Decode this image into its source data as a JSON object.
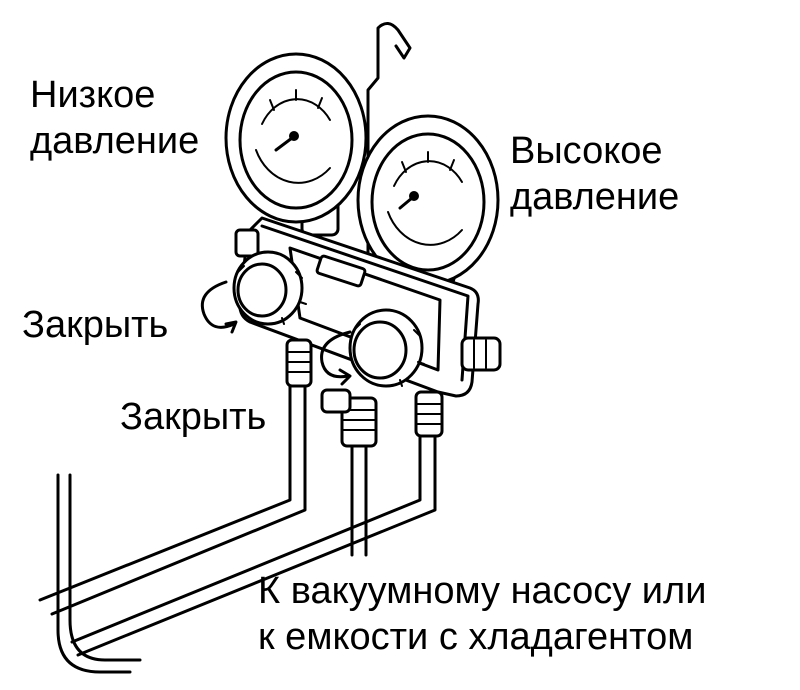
{
  "labels": {
    "low_pressure": [
      "Низкое",
      "давление"
    ],
    "high_pressure": [
      "Высокое",
      "давление"
    ],
    "close_low_valve": "Закрыть",
    "close_high_valve": "Закрыть",
    "destination": [
      "К вакуумному насосу или",
      "к емкости с хладагентом"
    ]
  },
  "colors": {
    "line": "#000000",
    "background": "#ffffff"
  }
}
